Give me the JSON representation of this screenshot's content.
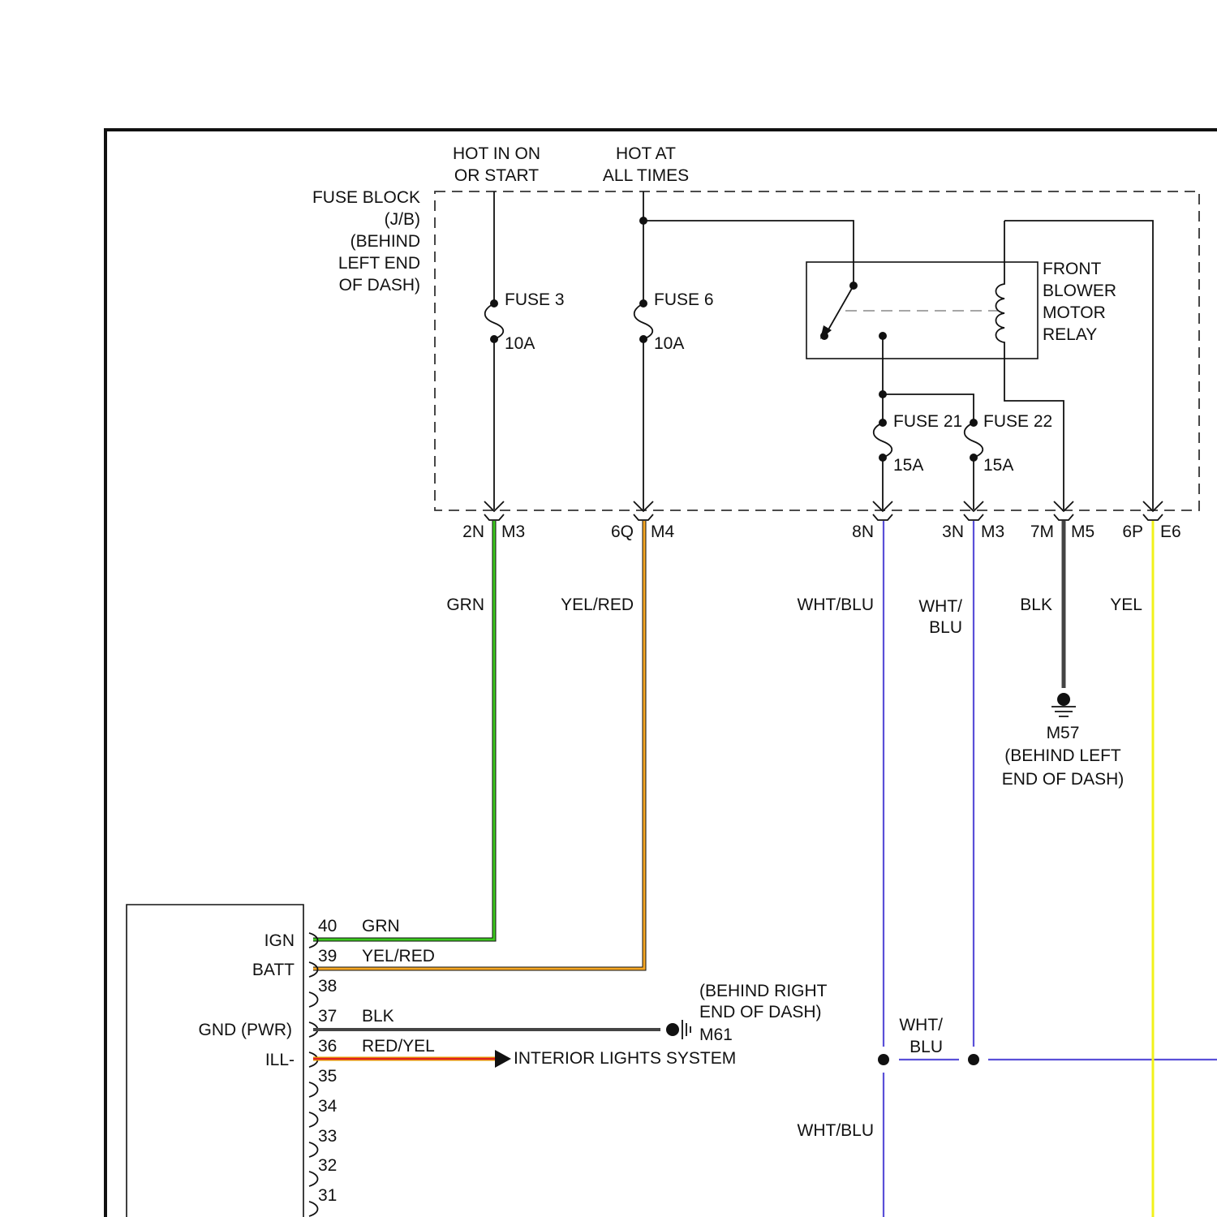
{
  "supply": {
    "hot_in_on": [
      "HOT IN ON",
      "OR START"
    ],
    "hot_at_all_times": [
      "HOT AT",
      "ALL TIMES"
    ]
  },
  "fuse_block": {
    "label": [
      "FUSE BLOCK",
      "(J/B)",
      "(BEHIND",
      "LEFT END",
      "OF DASH)"
    ]
  },
  "fuses": [
    {
      "name": "FUSE 3",
      "rating": "10A"
    },
    {
      "name": "FUSE 6",
      "rating": "10A"
    },
    {
      "name": "FUSE 21",
      "rating": "15A"
    },
    {
      "name": "FUSE 22",
      "rating": "15A"
    }
  ],
  "relay": {
    "label": [
      "FRONT",
      "BLOWER",
      "MOTOR",
      "RELAY"
    ]
  },
  "connectors": [
    {
      "pin": "2N",
      "conn": "M3"
    },
    {
      "pin": "6Q",
      "conn": "M4"
    },
    {
      "pin": "8N",
      "conn": ""
    },
    {
      "pin": "3N",
      "conn": "M3"
    },
    {
      "pin": "7M",
      "conn": "M5"
    },
    {
      "pin": "6P",
      "conn": "E6"
    }
  ],
  "wires": [
    {
      "color": "GRN",
      "hex": "#3cc81e"
    },
    {
      "color": "YEL/RED",
      "hex": "#f5a623"
    },
    {
      "color": "WHT/BLU",
      "hex": "#5a50d8"
    },
    {
      "color": "WHT/ BLU",
      "hex": "#5a50d8"
    },
    {
      "color": "BLK",
      "hex": "#444444"
    },
    {
      "color": "YEL",
      "hex": "#f2f21a"
    }
  ],
  "whtblu_splice_labels": [
    "WHT/",
    "BLU"
  ],
  "whtblu_lower": "WHT/BLU",
  "ground_m57": {
    "name": "M57",
    "location": [
      "(BEHIND LEFT",
      "END OF DASH)"
    ]
  },
  "ground_m61": {
    "location": [
      "(BEHIND RIGHT",
      "END OF DASH)"
    ],
    "name": "M61"
  },
  "interior_lights": "INTERIOR LIGHTS SYSTEM",
  "module_terminals": [
    {
      "pin": "40",
      "wire": "GRN",
      "name": "IGN"
    },
    {
      "pin": "39",
      "wire": "YEL/RED",
      "name": "BATT"
    },
    {
      "pin": "38",
      "wire": "",
      "name": ""
    },
    {
      "pin": "37",
      "wire": "BLK",
      "name": "GND (PWR)"
    },
    {
      "pin": "36",
      "wire": "RED/YEL",
      "name": "ILL-"
    },
    {
      "pin": "35",
      "wire": "",
      "name": ""
    },
    {
      "pin": "34",
      "wire": "",
      "name": ""
    },
    {
      "pin": "33",
      "wire": "",
      "name": ""
    },
    {
      "pin": "32",
      "wire": "",
      "name": ""
    },
    {
      "pin": "31",
      "wire": "",
      "name": ""
    }
  ]
}
